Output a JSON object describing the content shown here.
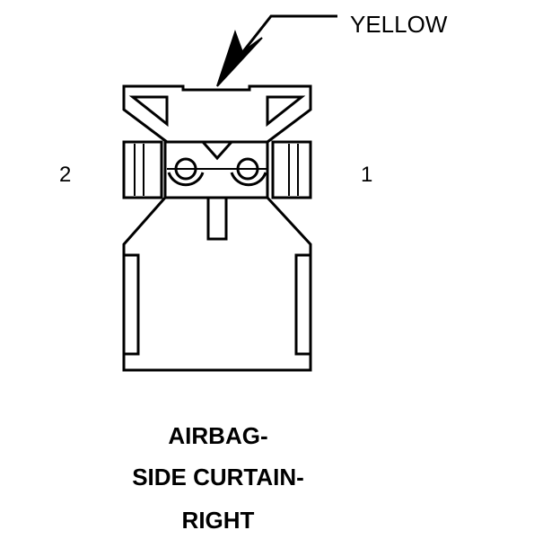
{
  "callout": {
    "color_label": "YELLOW"
  },
  "pins": {
    "left": "2",
    "right": "1"
  },
  "title": {
    "line1": "AIRBAG-",
    "line2": "SIDE CURTAIN-",
    "line3": "RIGHT"
  }
}
